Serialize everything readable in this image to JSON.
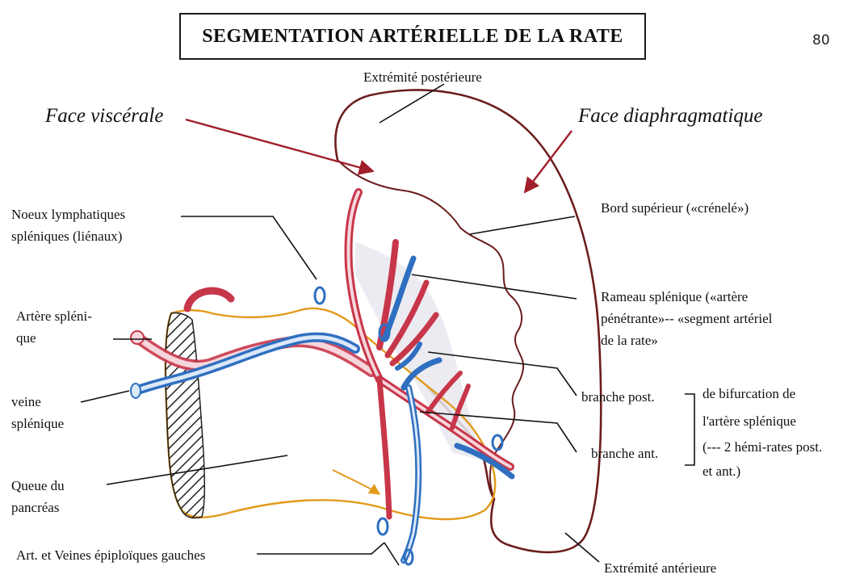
{
  "title": "SEGMENTATION ARTÉRIELLE DE LA RATE",
  "page_number": "80",
  "labels": {
    "face_viscerale": "Face viscérale",
    "face_diaphragmatique": "Face diaphragmatique",
    "extremite_posterieure": "Extrémité postérieure",
    "extremite_anterieure": "Extrémité antérieure",
    "bord_superieur": "Bord supérieur («crénelé»)",
    "noeux_line1": "Noeux lymphatiques",
    "noeux_line2": "spléniques (liénaux)",
    "artere_line1": "Artère spléni-",
    "artere_line2": "que",
    "veine_line1": "veine",
    "veine_line2": "splénique",
    "queue_line1": "Queue du",
    "queue_line2": "pancréas",
    "epiploiques": "Art. et Veines épiploïques gauches",
    "rameau_line1": "Rameau splénique («artère",
    "rameau_line2": "pénétrante»-- «segment artériel",
    "rameau_line3": "de la rate»",
    "branche_post": "branche post.",
    "branche_ant": "branche ant.",
    "bifurcation_line1": "de bifurcation de",
    "bifurcation_line2": "l'artère splénique",
    "bifurcation_line3": "(--- 2 hémi-rates post.",
    "bifurcation_line4": "et ant.)"
  },
  "colors": {
    "spleen_outline": "#6b1d1d",
    "artery": "#c8364a",
    "vein": "#2f6fc0",
    "pancreas_outline": "#e39a1c",
    "pointer_arrow": "#a01f2b"
  }
}
